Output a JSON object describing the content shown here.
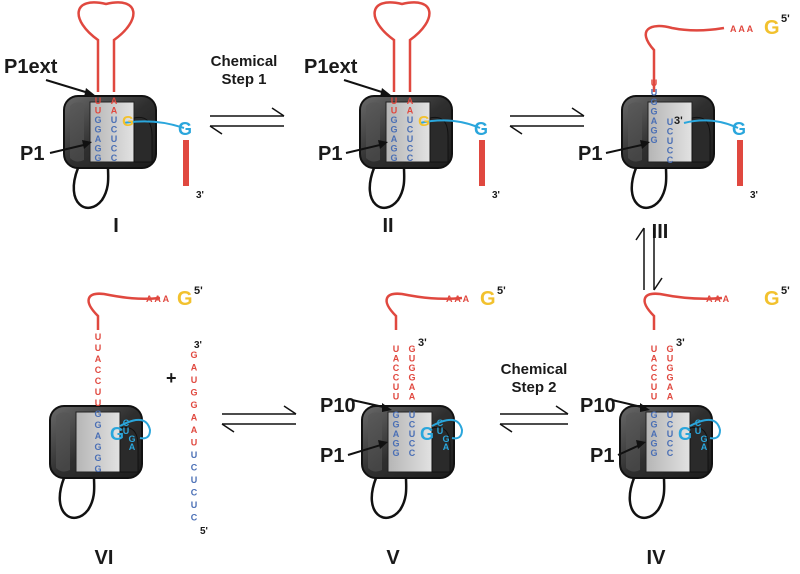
{
  "colors": {
    "rna_red": "#e0483f",
    "rna_blue": "#4a6fb5",
    "guanosine_yellow": "#f2c12e",
    "guanosine_cyan": "#2aa6dc",
    "enzyme_dark": "#3a3a3a",
    "enzyme_light": "#cfcfcf",
    "text": "#1a1a1a"
  },
  "states": [
    {
      "numeral": "I"
    },
    {
      "numeral": "II"
    },
    {
      "numeral": "III"
    },
    {
      "numeral": "IV"
    },
    {
      "numeral": "V"
    },
    {
      "numeral": "VI"
    }
  ],
  "labels": {
    "p1": "P1",
    "p1ext": "P1ext",
    "p10": "P10",
    "plus": "+",
    "g": "G",
    "aaa": "A A A",
    "five_prime": "5'",
    "three_prime": "3'"
  },
  "steps": {
    "step1": [
      "Chemical",
      "Step 1"
    ],
    "step2": [
      "Chemical",
      "Step 2"
    ]
  },
  "sequences": {
    "p1_left": [
      "U",
      "U",
      "G",
      "G",
      "A",
      "G",
      "G"
    ],
    "p1_right": [
      "A",
      "A",
      "U",
      "C",
      "U",
      "C",
      "C"
    ],
    "vi_oligo": [
      "G",
      "A",
      "U",
      "G",
      "G",
      "A",
      "A",
      "U",
      "U",
      "C",
      "U",
      "C",
      "U",
      "C"
    ],
    "vi_product": [
      "U",
      "U",
      "A",
      "C",
      "C",
      "U",
      "U",
      "G",
      "G",
      "A",
      "G",
      "G",
      "G"
    ],
    "p10_left": [
      "U",
      "A",
      "C",
      "C",
      "U",
      "U"
    ],
    "p10_right": [
      "G",
      "U",
      "G",
      "G",
      "A",
      "A"
    ],
    "jg_bases": [
      "C",
      "U",
      "G",
      "A"
    ]
  }
}
